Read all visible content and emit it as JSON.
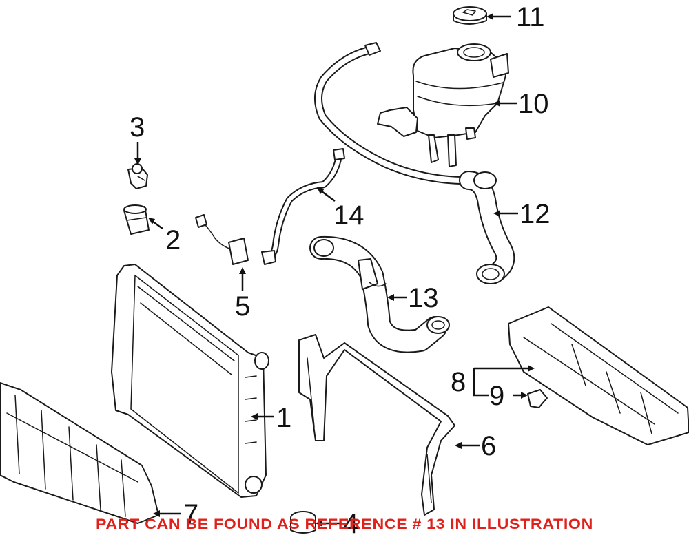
{
  "callouts": {
    "c1": "1",
    "c2": "2",
    "c3": "3",
    "c4": "4",
    "c5": "5",
    "c6": "6",
    "c7": "7",
    "c8": "8",
    "c9": "9",
    "c10": "10",
    "c11": "11",
    "c12": "12",
    "c13": "13",
    "c14": "14"
  },
  "footer_note": "PART CAN BE FOUND AS REFERENCE # 13 IN ILLUSTRATION",
  "colors": {
    "line": "#1a1a1a",
    "note": "#e0201a",
    "background": "#ffffff"
  }
}
